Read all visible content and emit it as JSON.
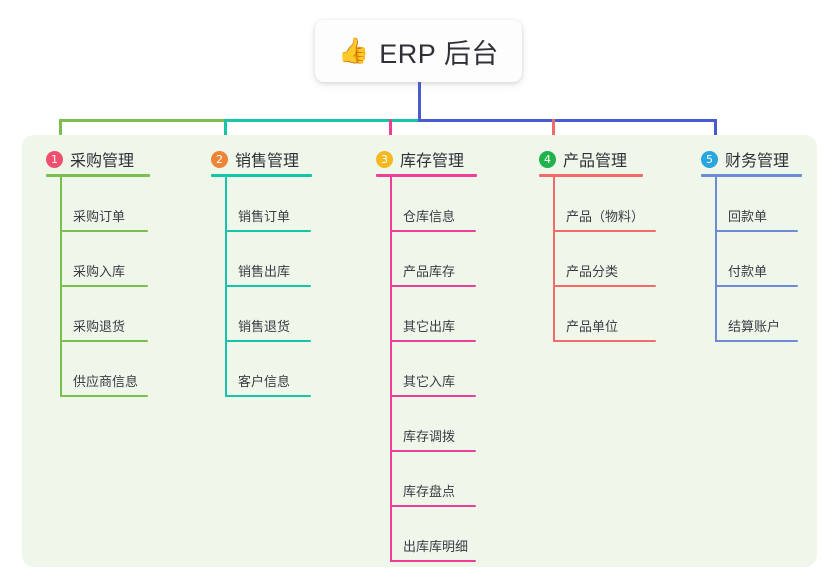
{
  "root": {
    "emoji": "👍",
    "emoji_name": "thumbs-up-icon",
    "title": "ERP 后台"
  },
  "palette": {
    "page_background": "#ffffff",
    "panel_background": "#eef7ea",
    "root_card_background": "#fdfdfd",
    "root_connector": "#4a5bd0",
    "text": "#2f3137"
  },
  "connectors": {
    "trunk_color": "#4a5bd0",
    "bus_segments": [
      {
        "name": "bus-green",
        "color": "#7dbf4e"
      },
      {
        "name": "bus-teal",
        "color": "#16c4a8"
      },
      {
        "name": "bus-indigo",
        "color": "#4a5bd0"
      }
    ],
    "drops": [
      {
        "name": "drop-purchase",
        "color": "#7dbf4e"
      },
      {
        "name": "drop-sales",
        "color": "#16c4a8"
      },
      {
        "name": "drop-inventory",
        "color": "#ee3f96"
      },
      {
        "name": "drop-product",
        "color": "#f26b6b"
      },
      {
        "name": "drop-finance",
        "color": "#4a5bd0"
      }
    ]
  },
  "columns": [
    {
      "id": "purchase",
      "number": "1",
      "title": "采购管理",
      "badge_color": "#f0506e",
      "line_color": "#7dbf4e",
      "items": [
        "采购订单",
        "采购入库",
        "采购退货",
        "供应商信息"
      ]
    },
    {
      "id": "sales",
      "number": "2",
      "title": "销售管理",
      "badge_color": "#f08436",
      "line_color": "#16c4a8",
      "items": [
        "销售订单",
        "销售出库",
        "销售退货",
        "客户信息"
      ]
    },
    {
      "id": "inventory",
      "number": "3",
      "title": "库存管理",
      "badge_color": "#f5b820",
      "line_color": "#ee3f96",
      "items": [
        "仓库信息",
        "产品库存",
        "其它出库",
        "其它入库",
        "库存调拨",
        "库存盘点",
        "出库库明细"
      ]
    },
    {
      "id": "product",
      "number": "4",
      "title": "产品管理",
      "badge_color": "#22b24c",
      "line_color": "#f26b6b",
      "items": [
        "产品（物料）",
        "产品分类",
        "产品单位"
      ]
    },
    {
      "id": "finance",
      "number": "5",
      "title": "财务管理",
      "badge_color": "#29a5e0",
      "line_color": "#6f8ad6",
      "items": [
        "回款单",
        "付款单",
        "结算账户"
      ]
    }
  ]
}
